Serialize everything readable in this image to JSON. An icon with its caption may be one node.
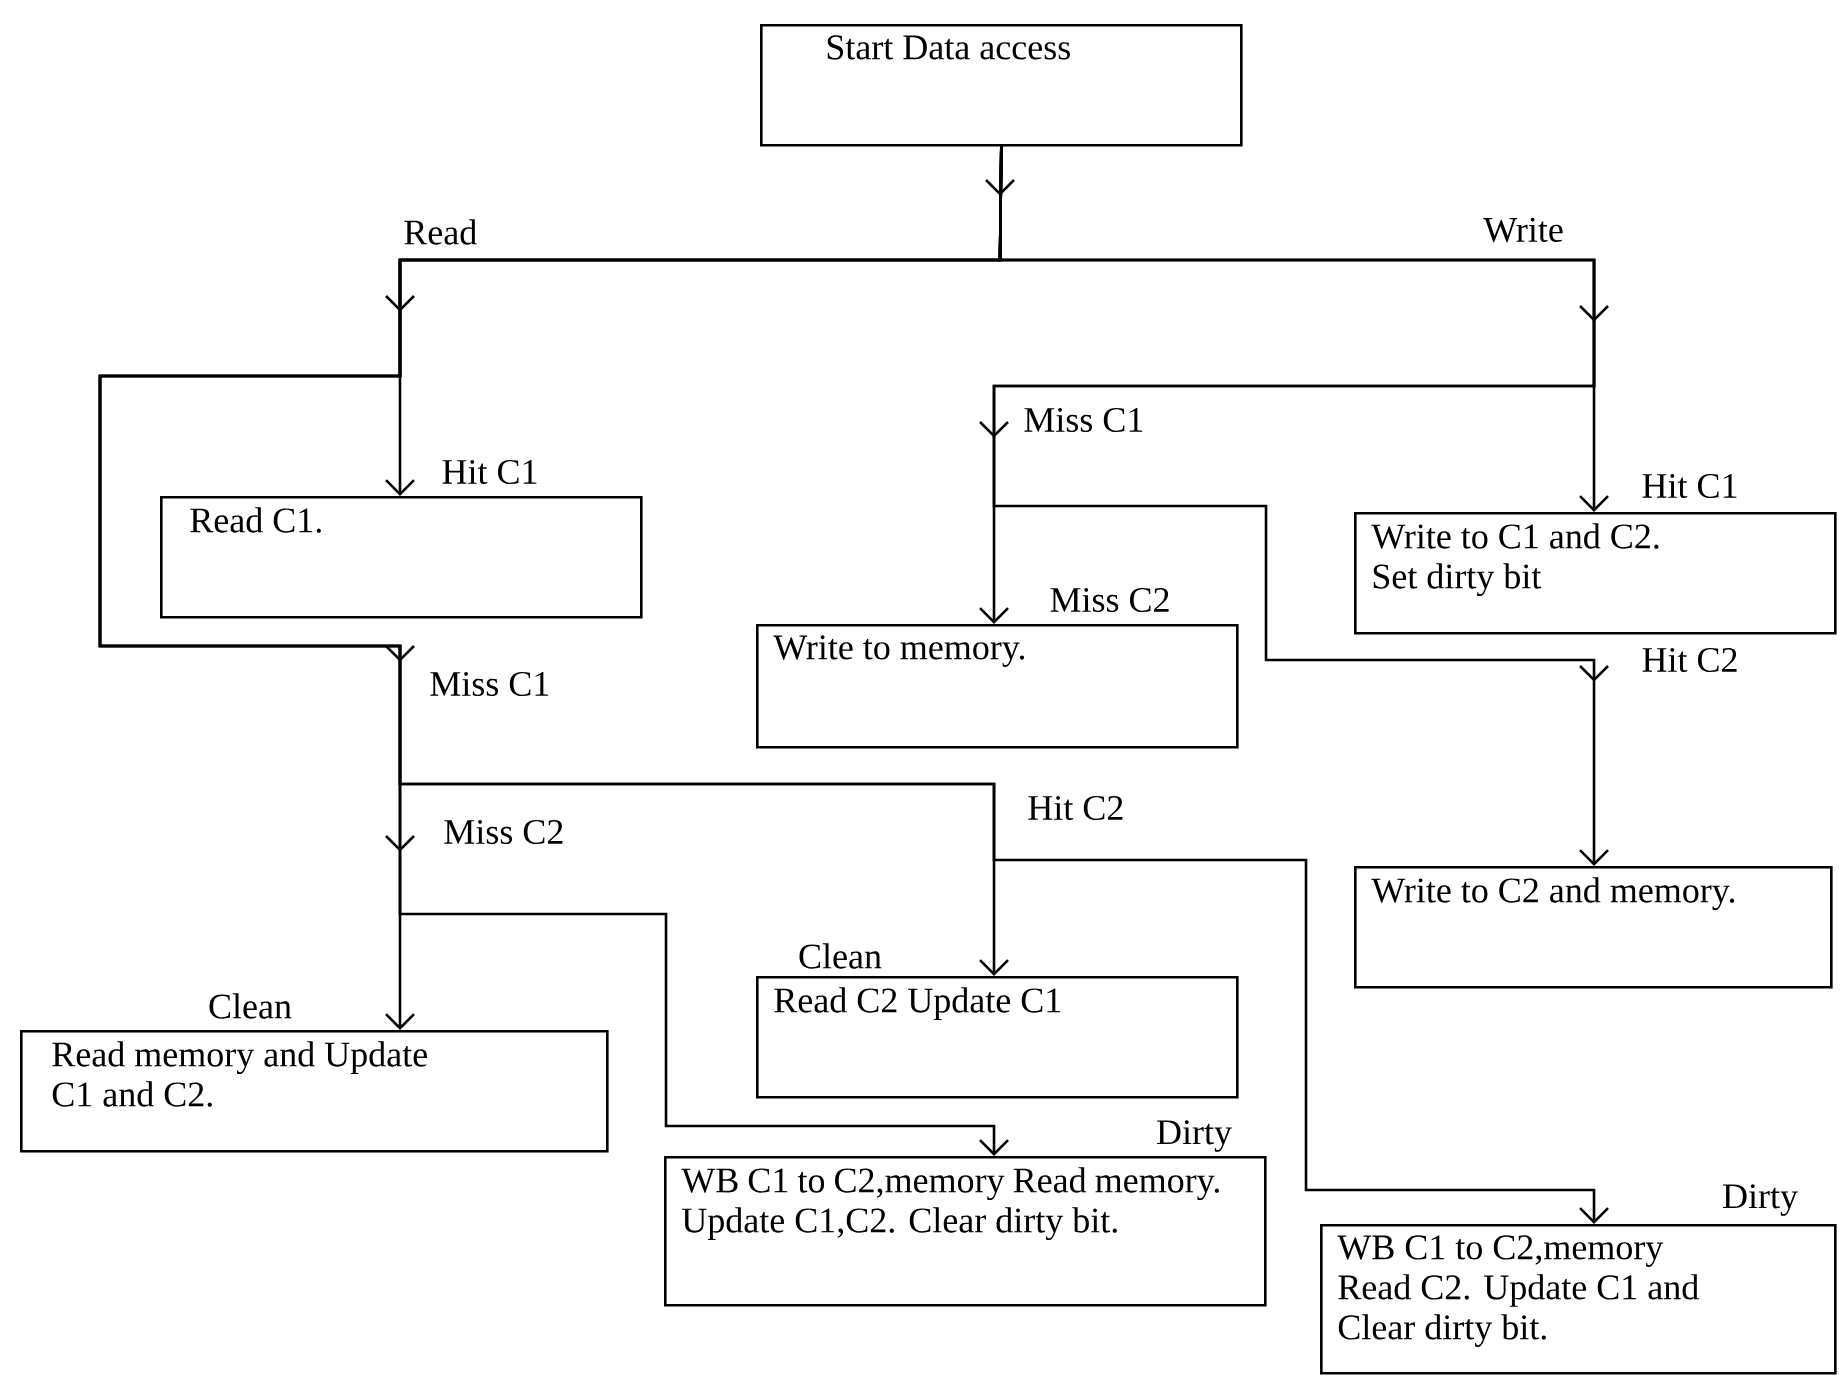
{
  "diagram": {
    "nodes": [
      {
        "text": [
          "Start Data access"
        ]
      },
      {
        "text": [
          "Read C1."
        ]
      },
      {
        "text": [
          "Write to C1 and C2. Set dirty bit"
        ]
      },
      {
        "text": [
          "Write to memory."
        ]
      },
      {
        "text": [
          "Write to C2 and memory."
        ]
      },
      {
        "text": [
          "Read memory and Update C1 and C2."
        ]
      },
      {
        "text": [
          "Read C2 Update C1"
        ]
      },
      {
        "text": [
          "WB C1 to C2,memory Read memory. Update C1,C2. Clear dirty bit."
        ]
      },
      {
        "text": [
          "WB C1 to C2,memory Read C2. Update C1 and Clear dirty bit."
        ]
      }
    ],
    "edges": [
      {
        "from": 0,
        "to": 1,
        "arrow": "to",
        "label": "Hit C1"
      },
      {
        "from": 0,
        "to": 2,
        "arrow": "to",
        "label": "Hit C1"
      },
      {
        "from": 0,
        "to": 3,
        "arrow": "to",
        "label": "Miss C2"
      },
      {
        "from": 0,
        "to": 4,
        "arrow": "to",
        "label": "Hit C2"
      },
      {
        "from": 0,
        "to": 5,
        "arrow": "to",
        "label": "Clean"
      },
      {
        "from": 0,
        "to": 6,
        "arrow": "to",
        "label": "Clean"
      },
      {
        "from": 0,
        "to": 7,
        "arrow": "to",
        "label": "Dirty"
      },
      {
        "from": 0,
        "to": 8,
        "arrow": "to",
        "label": "Dirty"
      }
    ],
    "labels": [
      "Read",
      "Write",
      "Miss C1",
      "Miss C1",
      "Hit C2",
      "Miss C2"
    ]
  }
}
